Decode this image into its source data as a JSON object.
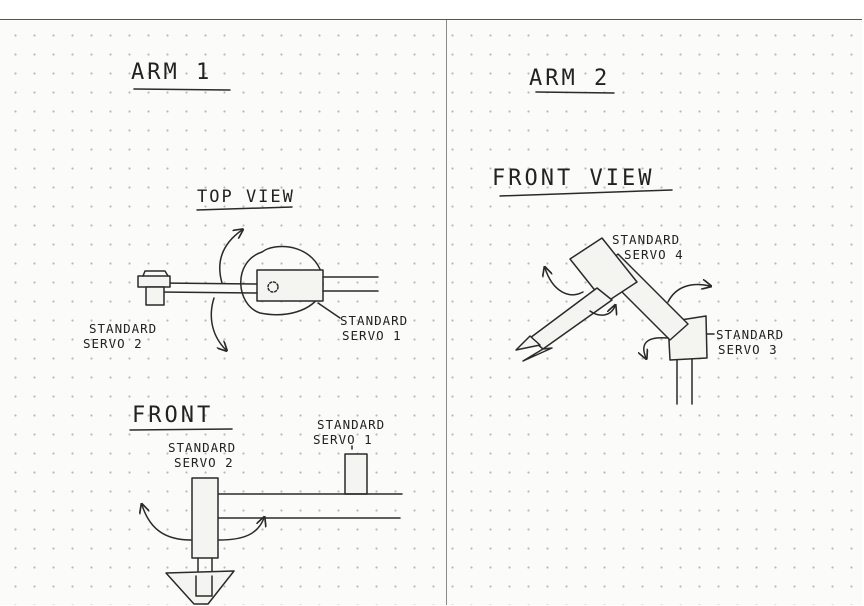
{
  "arm1": {
    "title": "ARM 1",
    "top_view": {
      "label": "TOP VIEW",
      "servo1_line1": "STANDARD",
      "servo1_line2": "SERVO 1",
      "servo2_line1": "STANDARD",
      "servo2_line2": "SERVO 2"
    },
    "front_view": {
      "label": "FRONT",
      "servo1_line1": "STANDARD",
      "servo1_line2": "SERVO 1",
      "servo2_line1": "STANDARD",
      "servo2_line2": "SERVO 2"
    }
  },
  "arm2": {
    "title": "ARM 2",
    "front_view": {
      "label": "FRONT VIEW",
      "servo4_line1": "STANDARD",
      "servo4_line2": "SERVO 4",
      "servo3_line1": "STANDARD",
      "servo3_line2": "SERVO 3"
    }
  }
}
